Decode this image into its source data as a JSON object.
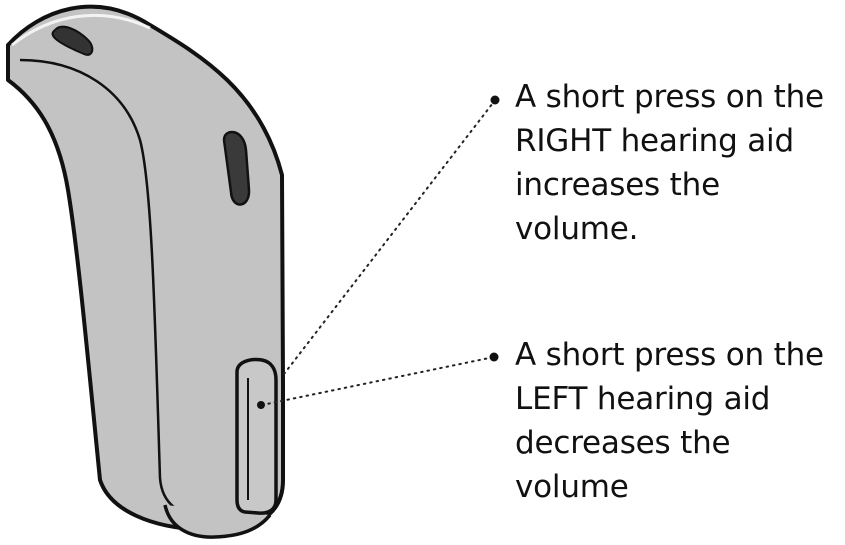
{
  "callouts": {
    "right": {
      "lines": [
        "A short press on the",
        "RIGHT hearing aid",
        "increases the",
        "volume."
      ]
    },
    "left": {
      "lines": [
        "A short press on the",
        "LEFT hearing aid",
        "decreases the",
        "volume"
      ]
    }
  },
  "colors": {
    "device_body": "#c3c3c3",
    "outline": "#111111",
    "leader": "#222222",
    "text": "#111111"
  }
}
